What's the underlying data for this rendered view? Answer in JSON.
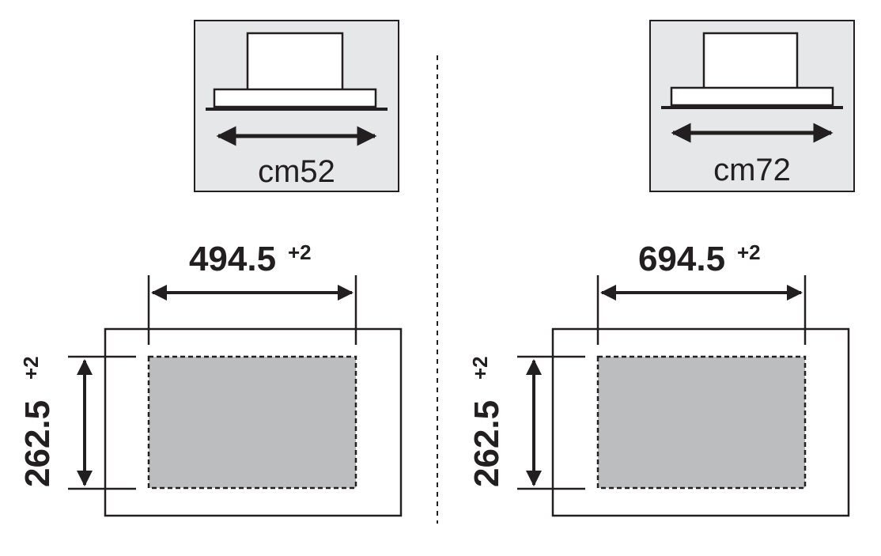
{
  "colors": {
    "ink": "#231f20",
    "panel_fill": "#e6e7e8",
    "cutout_fill": "#bcbdbf",
    "background": "#ffffff"
  },
  "variants": [
    {
      "model_label": "cm52",
      "width_value": "494.5",
      "width_tolerance": "+2",
      "height_value": "262.5",
      "height_tolerance": "+2"
    },
    {
      "model_label": "cm72",
      "width_value": "694.5",
      "width_tolerance": "+2",
      "height_value": "262.5",
      "height_tolerance": "+2"
    }
  ]
}
